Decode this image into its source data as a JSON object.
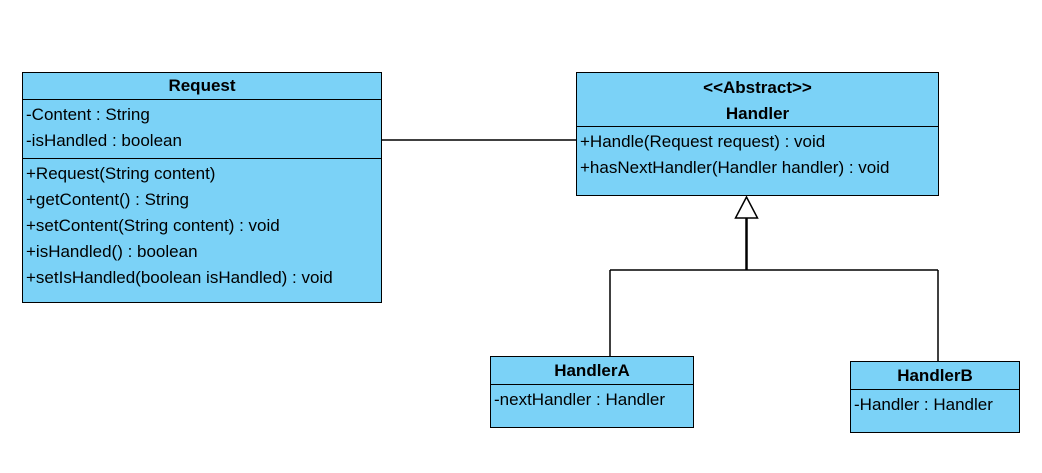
{
  "colors": {
    "class_fill": "#7bd2f7",
    "line": "#000000",
    "background": "#ffffff"
  },
  "classes": {
    "request": {
      "name": "Request",
      "attributes": [
        "-Content : String",
        "-isHandled : boolean"
      ],
      "operations": [
        "+Request(String content)",
        "+getContent() : String",
        "+setContent(String content) : void",
        "+isHandled() : boolean",
        "+setIsHandled(boolean isHandled) : void"
      ]
    },
    "handler": {
      "stereotype": "<<Abstract>>",
      "name": "Handler",
      "operations": [
        "+Handle(Request request) : void",
        "+hasNextHandler(Handler handler) : void"
      ]
    },
    "handlera": {
      "name": "HandlerA",
      "attributes": [
        "-nextHandler : Handler"
      ]
    },
    "handlerb": {
      "name": "HandlerB",
      "attributes": [
        "-Handler : Handler"
      ]
    }
  },
  "relationships": [
    {
      "type": "association",
      "from": "Request",
      "to": "Handler"
    },
    {
      "type": "generalization",
      "from": "HandlerA",
      "to": "Handler"
    },
    {
      "type": "generalization",
      "from": "HandlerB",
      "to": "Handler"
    }
  ]
}
